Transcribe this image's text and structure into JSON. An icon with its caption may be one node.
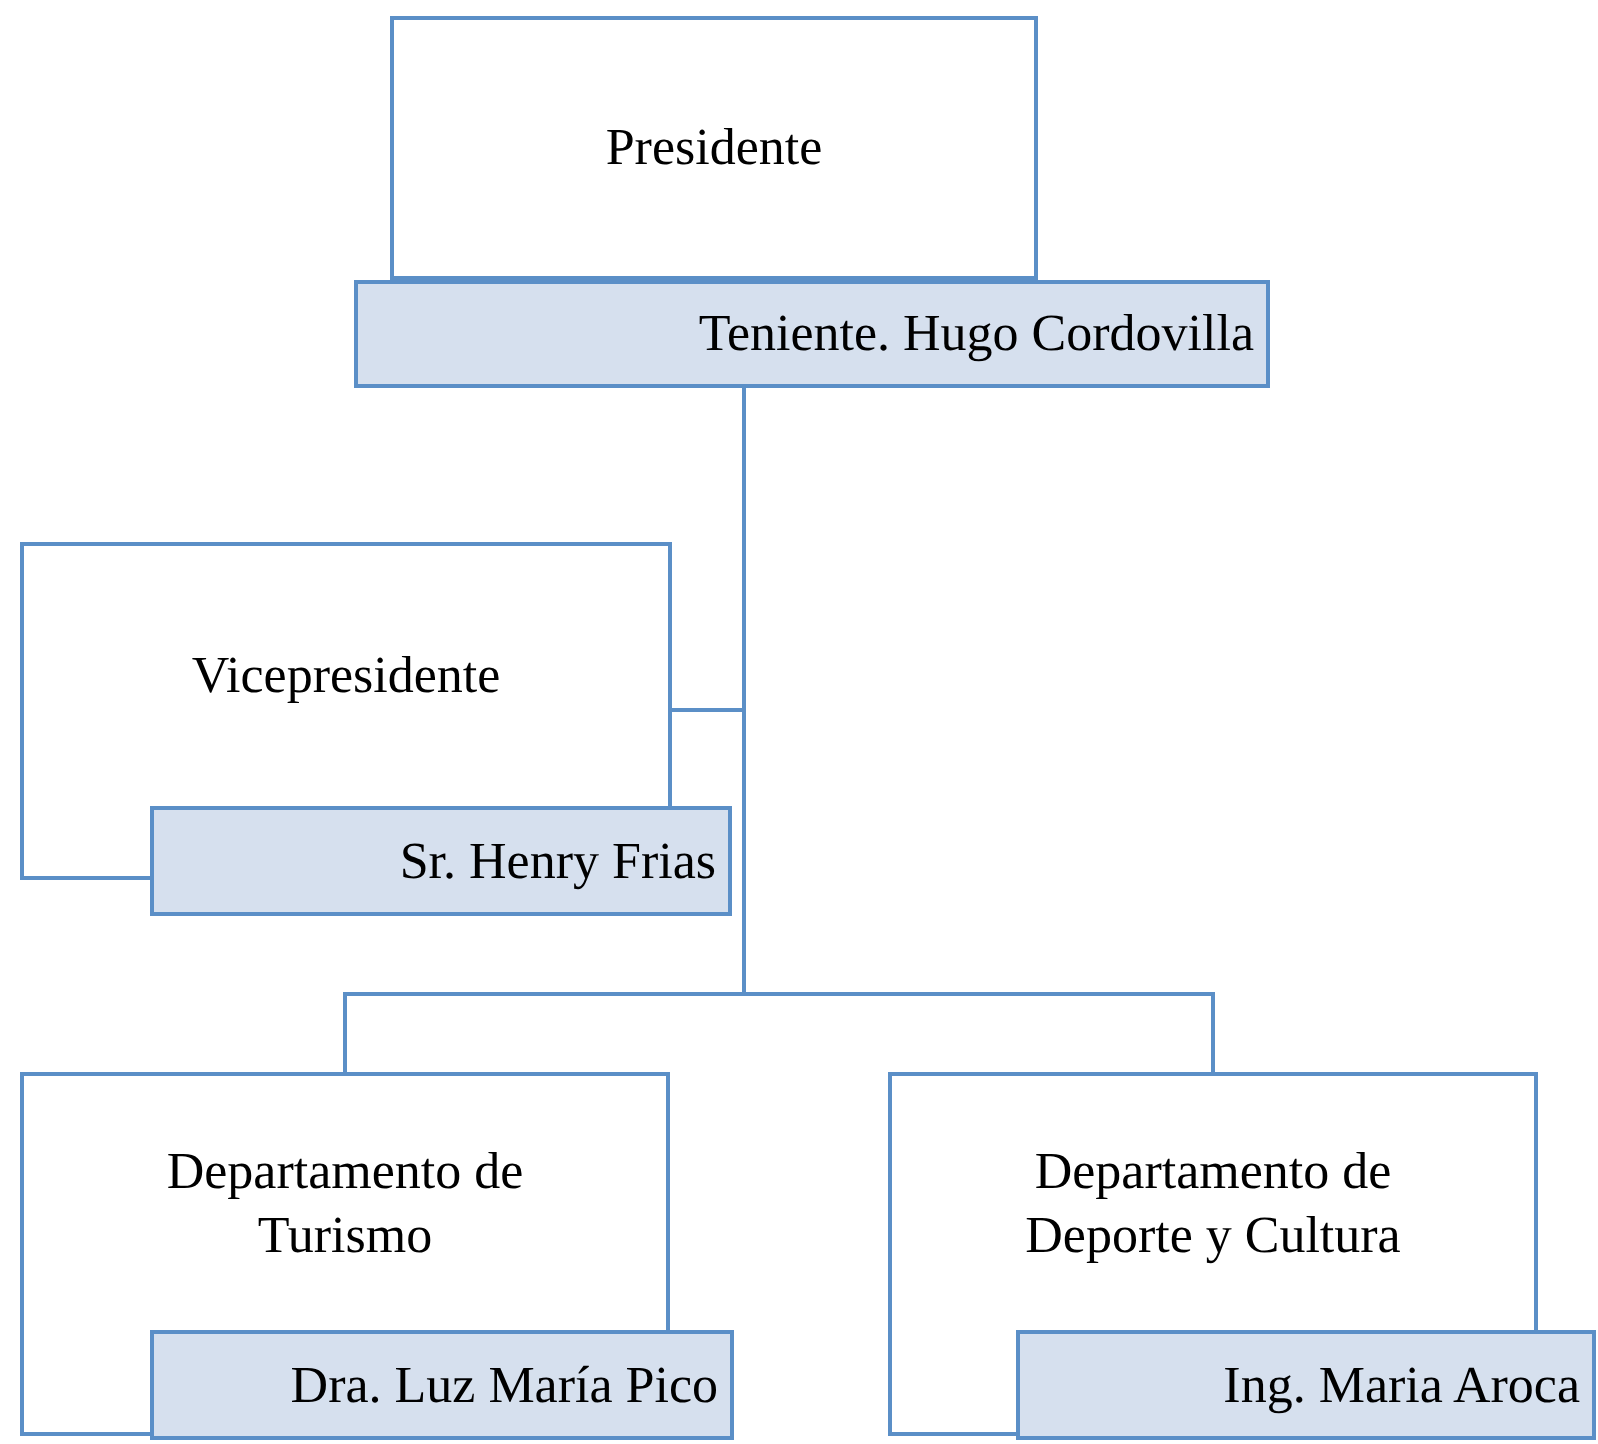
{
  "diagram": {
    "nodes": [
      {
        "text": [
          "Presidente"
        ]
      },
      {
        "text": [
          "Teniente. Hugo Cordovilla"
        ]
      },
      {
        "text": [
          "Vicepresidente"
        ]
      },
      {
        "text": [
          "Sr. Henry Frias"
        ]
      },
      {
        "text": [
          "Departamento de Turismo"
        ]
      },
      {
        "text": [
          "Dra. Luz María Pico"
        ]
      },
      {
        "text": [
          "Departamento de Deporte y Cultura"
        ]
      },
      {
        "text": [
          "Ing. Maria Aroca"
        ]
      }
    ],
    "edges": [
      {
        "from": 1,
        "to": 2,
        "arrow": "none"
      },
      {
        "from": 1,
        "to": 4,
        "arrow": "none"
      },
      {
        "from": 1,
        "to": 6,
        "arrow": "none"
      }
    ]
  }
}
